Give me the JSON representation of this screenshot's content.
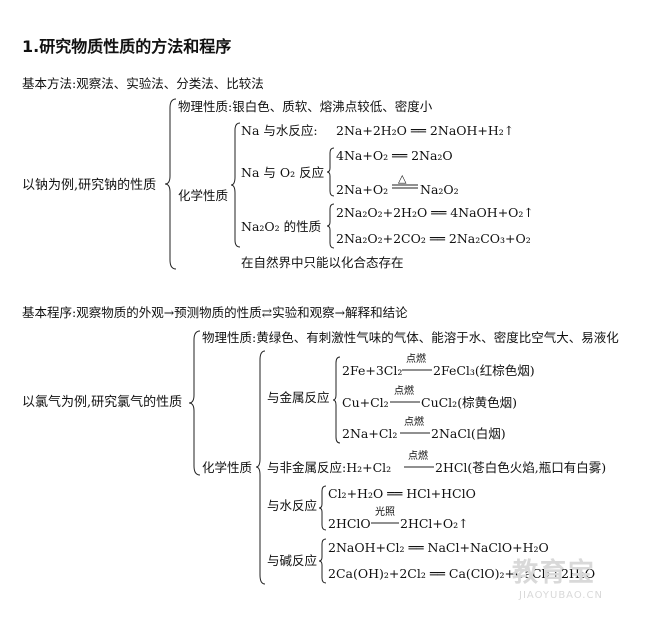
{
  "title": "1.研究物质性质的方法和程序",
  "s1": {
    "methods": "基本方法:观察法、实验法、分类法、比较法",
    "root": "以钠为例,研究钠的性质",
    "physical": "物理性质:银白色、质软、熔沸点较低、密度小",
    "chemical": "化学性质",
    "water_label": "Na 与水反应:",
    "water_eq": "2Na+2H₂O ══ 2NaOH+H₂↑",
    "o2_label": "Na 与 O₂ 反应",
    "o2_eq1": "4Na+O₂ ══ 2Na₂O",
    "o2_eq2_left": "2Na+O₂",
    "o2_eq2_cond": "△",
    "o2_eq2_right": "Na₂O₂",
    "na2o2_label": "Na₂O₂ 的性质",
    "na2o2_eq1": "2Na₂O₂+2H₂O ══ 4NaOH+O₂↑",
    "na2o2_eq2": "2Na₂O₂+2CO₂ ══ 2Na₂CO₃+O₂",
    "nature": "在自然界中只能以化合态存在"
  },
  "s2": {
    "procedure": "基本程序:观察物质的外观→预测物质的性质⇄实验和观察→解释和结论",
    "root": "以氯气为例,研究氯气的性质",
    "physical": "物理性质:黄绿色、有刺激性气味的气体、能溶于水、密度比空气大、易液化",
    "chemical": "化学性质",
    "metal_label": "与金属反应",
    "m1_left": "2Fe+3Cl₂",
    "m1_cond": "点燃",
    "m1_right": "2FeCl₃(红棕色烟)",
    "m2_left": "Cu+Cl₂",
    "m2_cond": "点燃",
    "m2_right": "CuCl₂(棕黄色烟)",
    "m3_left": "2Na+Cl₂",
    "m3_cond": "点燃",
    "m3_right": "2NaCl(白烟)",
    "nonmetal_left": "与非金属反应:H₂+Cl₂",
    "nonmetal_cond": "点燃",
    "nonmetal_right": "2HCl(苍白色火焰,瓶口有白雾)",
    "water_label": "与水反应",
    "w1": "Cl₂+H₂O ══ HCl+HClO",
    "w2_left": "2HClO",
    "w2_cond": "光照",
    "w2_right": "2HCl+O₂↑",
    "base_label": "与碱反应",
    "b1": "2NaOH+Cl₂ ══ NaCl+NaClO+H₂O",
    "b2": "2Ca(OH)₂+2Cl₂ ══ Ca(ClO)₂+CaCl₂+2H₂O"
  },
  "watermark": {
    "main": "教育宝",
    "url": "JIAOYUBAO.CN"
  }
}
